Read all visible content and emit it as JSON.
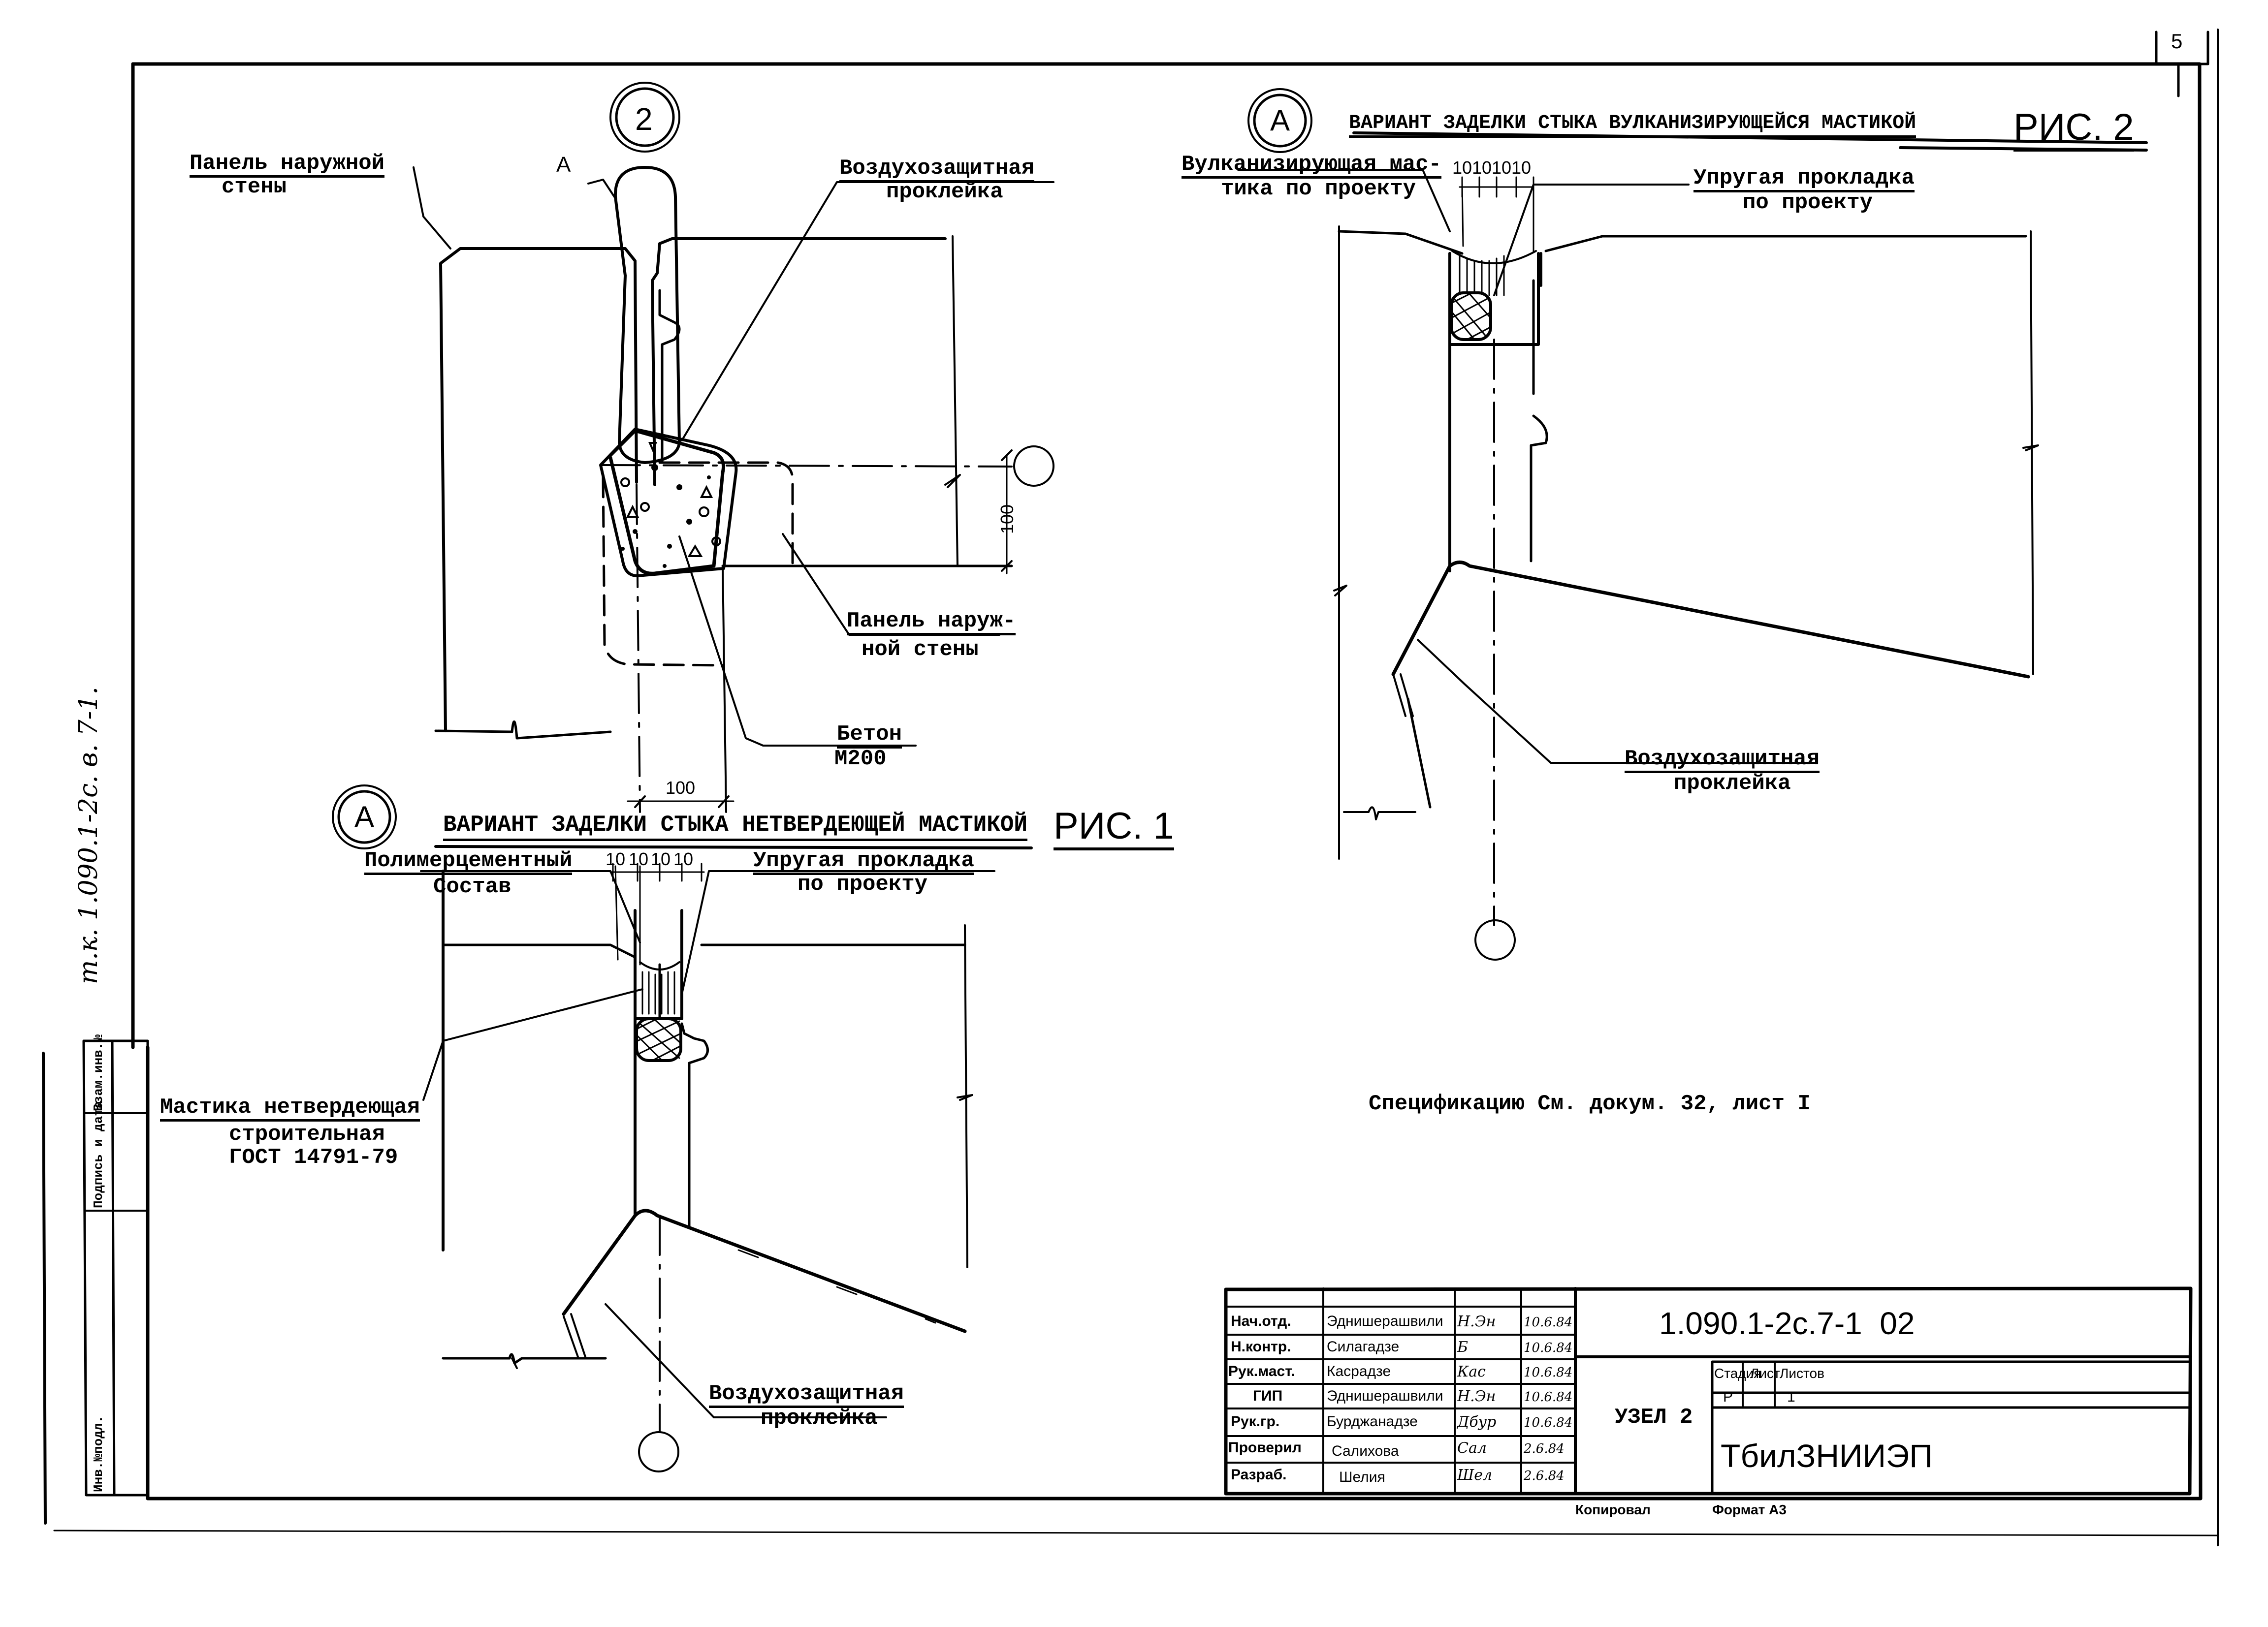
{
  "page_number": "5",
  "margin_note": "т.к. 1.090.1-2с. в. 7-1.",
  "side_stamp": {
    "labels": [
      "Взам.инв.№",
      "Подпись и дата",
      "Инв.№подл."
    ]
  },
  "node_marker": "2",
  "section_marker": "A",
  "main_view": {
    "labels": {
      "panel_outer_wall_1": [
        "Панель наружной",
        "стены"
      ],
      "air_barrier_1": [
        "Воздухозащитная",
        "проклейка"
      ],
      "panel_outer_wall_2": [
        "Панель наруж-",
        "ной стены"
      ],
      "concrete": [
        "Бетон",
        "М200"
      ],
      "section_ref": "A"
    },
    "dimensions": {
      "vertical": "100",
      "horizontal": "100"
    }
  },
  "fig1": {
    "marker": "A",
    "title": "ВАРИАНТ ЗАДЕЛКИ СТЫКА НЕТВЕРДЕЮЩЕЙ МАСТИКОЙ",
    "fig_label": "РИС. 1",
    "dims": [
      "10",
      "10",
      "10",
      "10"
    ],
    "labels": {
      "polymer_cement": [
        "Полимерцементный",
        "Состав"
      ],
      "elastic_gasket": [
        "Упругая прокладка",
        "по проекту"
      ],
      "mastic": [
        "Мастика нетвердеющая",
        "строительная",
        "ГОСТ 14791-79"
      ],
      "air_barrier": [
        "Воздухозащитная",
        "проклейка"
      ]
    }
  },
  "fig2": {
    "marker": "A",
    "title": "ВАРИАНТ ЗАДЕЛКИ СТЫКА ВУЛКАНИЗИРУЮЩЕЙСЯ МАСТИКОЙ",
    "fig_label": "РИС. 2",
    "dims": [
      "10",
      "10",
      "10",
      "10"
    ],
    "labels": {
      "vulcanizing_mastic": [
        "Вулканизирующая мас-",
        "тика по проекту"
      ],
      "elastic_gasket": [
        "Упругая прокладка",
        "по проекту"
      ],
      "air_barrier": [
        "Воздухозащитная",
        "проклейка"
      ]
    }
  },
  "spec_note": "Спецификацию См. докум. 32, лист I",
  "title_block": {
    "rows": [
      {
        "role": "Нач.отд.",
        "name": "Эднишерашвили",
        "sign": "Н.Эн",
        "date": "10.6.84"
      },
      {
        "role": "Н.контр.",
        "name": "Силагадзе",
        "sign": "Б",
        "date": "10.6.84"
      },
      {
        "role": "Рук.маст.",
        "name": "Касрадзе",
        "sign": "Кас",
        "date": "10.6.84"
      },
      {
        "role": "ГИП",
        "name": "Эднишерашвили",
        "sign": "Н.Эн",
        "date": "10.6.84"
      },
      {
        "role": "Рук.гр.",
        "name": "Бурджанадзе",
        "sign": "Дбур",
        "date": "10.6.84"
      },
      {
        "role": "Проверил",
        "name": "Салихова",
        "sign": "Сал",
        "date": "2.6.84"
      },
      {
        "role": "Разраб.",
        "name": "Шелия",
        "sign": "Шел",
        "date": "2.6.84"
      }
    ],
    "doc_code": "1.090.1-2с.7-1  02",
    "sheet_title": "УЗЕЛ 2",
    "stage_header": "Стадия",
    "sheet_header": "Лист",
    "sheets_header": "Листов",
    "stage_value": "Р",
    "sheet_value": "",
    "sheets_value": "1",
    "organization": "ТбилЗНИИЭП",
    "copied_label": "Копировал",
    "format_label": "Формат А3"
  }
}
